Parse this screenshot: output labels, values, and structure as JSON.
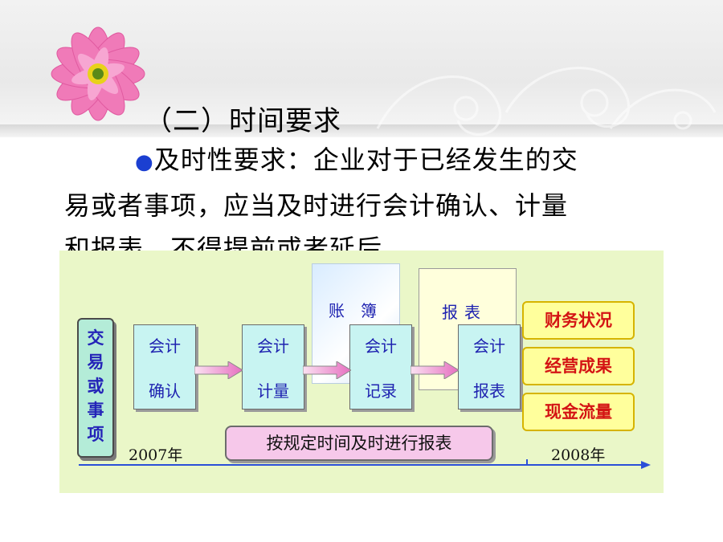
{
  "slide": {
    "heading": "（二）时间要求",
    "bullet_symbol": "●",
    "body_line1": "及时性要求：企业对于已经发生的交",
    "body_line2": "易或者事项，应当及时进行会计确认、计量",
    "body_line3": "和报表，不得提前或者延后。"
  },
  "diagram": {
    "transaction_label": "交易或事项",
    "ledger_label": "账簿",
    "report_label": "报表",
    "steps": [
      {
        "line1": "会计",
        "line2": "确认"
      },
      {
        "line1": "会计",
        "line2": "计量"
      },
      {
        "line1": "会计",
        "line2": "记录"
      },
      {
        "line1": "会计",
        "line2": "报表"
      }
    ],
    "results": [
      "财务状况",
      "经营成果",
      "现金流量"
    ],
    "schedule_label": "按规定时间及时进行报表",
    "year_start": "2007年",
    "year_end": "2008年"
  },
  "colors": {
    "panel": "#eaf7c8",
    "text_blue": "#1e22b0",
    "result_red": "#d41414",
    "bullet_blue": "#1b3fd1"
  }
}
